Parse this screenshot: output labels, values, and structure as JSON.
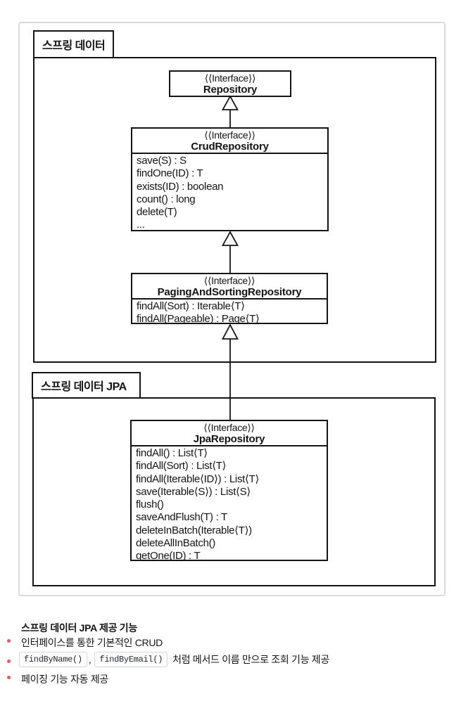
{
  "colors": {
    "bullet": "#e05c5c",
    "outer_frame": "#dadada",
    "diagram_line": "#141414"
  },
  "diagram": {
    "packages": [
      {
        "label": "스프링 데이터"
      },
      {
        "label": "스프링 데이터 JPA"
      }
    ],
    "boxes": [
      {
        "stereotype": "⟨⟨Interface⟩⟩",
        "title": "Repository",
        "methods": []
      },
      {
        "stereotype": "⟨⟨Interface⟩⟩",
        "title": "CrudRepository",
        "methods": [
          "save(S) : S",
          "findOne(ID) : T",
          "exists(ID) : boolean",
          "count() : long",
          "delete(T)",
          "..."
        ]
      },
      {
        "stereotype": "⟨⟨Interface⟩⟩",
        "title": "PagingAndSortingRepository",
        "methods": [
          "findAll(Sort) : Iterable⟨T⟩",
          "findAll(Pageable) : Page⟨T⟩"
        ]
      },
      {
        "stereotype": "⟨⟨Interface⟩⟩",
        "title": "JpaRepository",
        "methods": [
          "findAll() : List⟨T⟩",
          "findAll(Sort) : List⟨T⟩",
          "findAll(Iterable⟨ID⟩) : List⟨T⟩",
          "save(Iterable⟨S⟩) : List⟨S⟩",
          "flush()",
          "saveAndFlush(T) : T",
          "deleteInBatch(Iterable⟨T⟩)",
          "deleteAllInBatch()",
          "getOne(ID) : T"
        ]
      }
    ],
    "relationships": [
      {
        "from": "CrudRepository",
        "to": "Repository",
        "type": "generalization"
      },
      {
        "from": "PagingAndSortingRepository",
        "to": "CrudRepository",
        "type": "generalization"
      },
      {
        "from": "JpaRepository",
        "to": "PagingAndSortingRepository",
        "type": "generalization"
      }
    ]
  },
  "notes": {
    "heading": "스프링 데이터 JPA 제공 기능",
    "bullets": [
      {
        "text": "인터페이스를 통한 기본적인 CRUD"
      },
      {
        "code_1": "findByName()",
        "separator": ",",
        "code_2": "findByEmail()",
        "text": "처럼 메서드 이름 만으로 조회 기능 제공"
      },
      {
        "text": "페이징 기능 자동 제공"
      }
    ]
  }
}
